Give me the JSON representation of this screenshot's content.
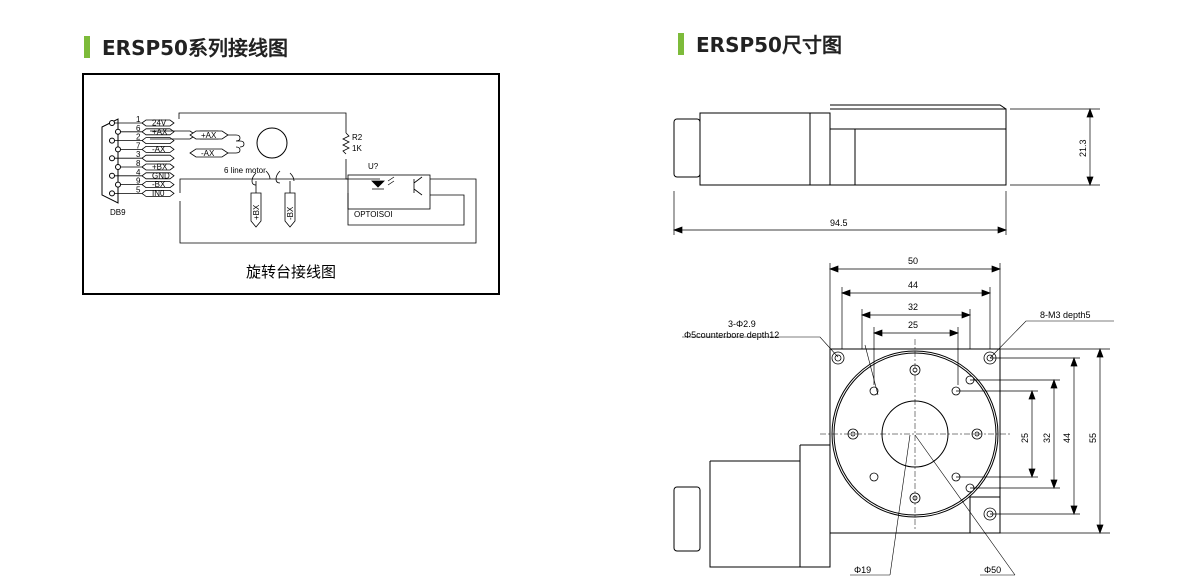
{
  "headers": {
    "wiring_title": "ERSP50系列接线图",
    "dimension_title": "ERSP50尺寸图"
  },
  "wiring": {
    "caption": "旋转台接线图",
    "connector": "DB9",
    "pins": [
      {
        "num": "1",
        "signal": "24V"
      },
      {
        "num": "6",
        "signal": "+AX"
      },
      {
        "num": "2",
        "signal": ""
      },
      {
        "num": "7",
        "signal": "-AX"
      },
      {
        "num": "3",
        "signal": ""
      },
      {
        "num": "8",
        "signal": "+BX"
      },
      {
        "num": "4",
        "signal": "GND"
      },
      {
        "num": "9",
        "signal": "-BX"
      },
      {
        "num": "5",
        "signal": "IN0"
      }
    ],
    "motor_ports": {
      "pa": "+AX",
      "na": "-AX",
      "pb": "+BX",
      "nb": "-BX"
    },
    "motor_label": "6 line motor",
    "resistor": "R2",
    "resistor_value": "1K",
    "opto_ref": "U?",
    "opto_label": "OPTOISOI"
  },
  "dimensions": {
    "side_length": "94.5",
    "side_height": "21.3",
    "top_widths": [
      "50",
      "44",
      "32",
      "25"
    ],
    "side_heights": [
      "25",
      "32",
      "44",
      "55"
    ],
    "hole_note_1": "3-Φ2.9",
    "hole_note_2": "Φ5counterbore depth12",
    "thread_note": "8-M3 depth5",
    "dia_inner": "Φ19",
    "dia_outer": "Φ50"
  },
  "colors": {
    "accent": "#7dbb3a",
    "line": "#000000"
  }
}
